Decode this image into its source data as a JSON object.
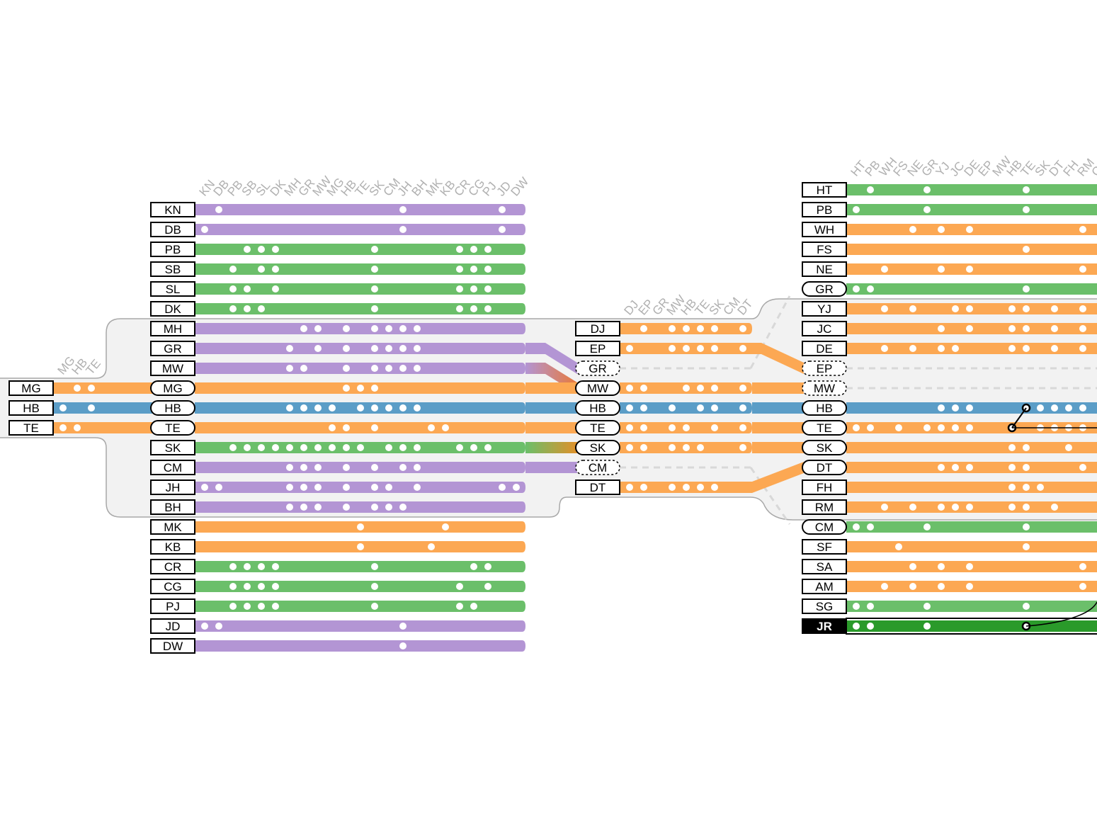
{
  "colors": {
    "purple": "#b395d4",
    "green": "#6bbf6a",
    "orange": "#fca853",
    "blue": "#5b9dc7",
    "dark_green": "#2a9a2a",
    "background_region": "#f2f2f2",
    "region_border": "#a8a8a8",
    "dashed_link": "#d8d8d8",
    "column_label": "#b0b0b0"
  },
  "chart_data": {
    "type": "diagram",
    "description_of_encoding": "Three groups of rows; each row is a labelled node with a colored track; white dots mark membership in a column.",
    "groups": [
      {
        "id": "left",
        "columns": [
          "MG",
          "HB",
          "TE"
        ],
        "rows": [
          {
            "label": "MG",
            "color": "orange",
            "shape": "box",
            "dots": [
              1,
              2
            ]
          },
          {
            "label": "HB",
            "color": "blue",
            "shape": "box",
            "dots": [
              0,
              2
            ]
          },
          {
            "label": "TE",
            "color": "orange",
            "shape": "box",
            "dots": [
              0,
              1
            ]
          }
        ]
      },
      {
        "id": "group-a",
        "columns": [
          "KN",
          "DB",
          "PB",
          "SB",
          "SL",
          "DK",
          "MH",
          "GR",
          "MW",
          "MG",
          "HB",
          "TE",
          "SK",
          "CM",
          "JH",
          "BH",
          "MK",
          "KB",
          "CR",
          "CG",
          "PJ",
          "JD",
          "DW"
        ],
        "rows": [
          {
            "label": "KN",
            "color": "purple",
            "shape": "box",
            "dots": [
              1,
              14,
              21
            ]
          },
          {
            "label": "DB",
            "color": "purple",
            "shape": "box",
            "dots": [
              0,
              14,
              21
            ]
          },
          {
            "label": "PB",
            "color": "green",
            "shape": "box",
            "dots": [
              3,
              4,
              5,
              12,
              18,
              19,
              20
            ]
          },
          {
            "label": "SB",
            "color": "green",
            "shape": "box",
            "dots": [
              2,
              4,
              5,
              12,
              18,
              19,
              20
            ]
          },
          {
            "label": "SL",
            "color": "green",
            "shape": "box",
            "dots": [
              2,
              3,
              5,
              12,
              18,
              19,
              20
            ]
          },
          {
            "label": "DK",
            "color": "green",
            "shape": "box",
            "dots": [
              2,
              3,
              4,
              12,
              18,
              19,
              20
            ]
          },
          {
            "label": "MH",
            "color": "purple",
            "shape": "box",
            "dots": [
              7,
              8,
              10,
              12,
              13,
              14,
              15
            ]
          },
          {
            "label": "GR",
            "color": "purple",
            "shape": "box",
            "dots": [
              6,
              8,
              10,
              12,
              13,
              14,
              15
            ]
          },
          {
            "label": "MW",
            "color": "purple",
            "shape": "box",
            "dots": [
              6,
              7,
              10,
              12,
              13,
              14,
              15
            ]
          },
          {
            "label": "MG",
            "color": "orange",
            "shape": "pill",
            "dots": [
              10,
              11,
              12
            ]
          },
          {
            "label": "HB",
            "color": "blue",
            "shape": "pill",
            "dots": [
              6,
              7,
              8,
              9,
              11,
              12,
              13,
              14,
              15
            ]
          },
          {
            "label": "TE",
            "color": "orange",
            "shape": "pill",
            "dots": [
              9,
              10,
              12,
              16,
              17
            ]
          },
          {
            "label": "SK",
            "color": "green",
            "shape": "box",
            "dots": [
              2,
              3,
              4,
              5,
              6,
              7,
              8,
              9,
              10,
              11,
              13,
              14,
              15,
              18,
              19,
              20
            ]
          },
          {
            "label": "CM",
            "color": "purple",
            "shape": "box",
            "dots": [
              6,
              7,
              8,
              10,
              12,
              14,
              15
            ]
          },
          {
            "label": "JH",
            "color": "purple",
            "shape": "box",
            "dots": [
              0,
              1,
              6,
              7,
              8,
              10,
              12,
              13,
              15,
              21,
              22
            ]
          },
          {
            "label": "BH",
            "color": "purple",
            "shape": "box",
            "dots": [
              6,
              7,
              8,
              10,
              12,
              13,
              14
            ]
          },
          {
            "label": "MK",
            "color": "orange",
            "shape": "box",
            "dots": [
              11,
              17
            ]
          },
          {
            "label": "KB",
            "color": "orange",
            "shape": "box",
            "dots": [
              11,
              16
            ]
          },
          {
            "label": "CR",
            "color": "green",
            "shape": "box",
            "dots": [
              2,
              3,
              4,
              5,
              12,
              19,
              20
            ]
          },
          {
            "label": "CG",
            "color": "green",
            "shape": "box",
            "dots": [
              2,
              3,
              4,
              5,
              12,
              18,
              20
            ]
          },
          {
            "label": "PJ",
            "color": "green",
            "shape": "box",
            "dots": [
              2,
              3,
              4,
              5,
              12,
              18,
              19
            ]
          },
          {
            "label": "JD",
            "color": "purple",
            "shape": "box",
            "dots": [
              0,
              1,
              14
            ]
          },
          {
            "label": "DW",
            "color": "purple",
            "shape": "box",
            "dots": [
              14
            ]
          }
        ]
      },
      {
        "id": "group-b",
        "columns": [
          "DJ",
          "EP",
          "GR",
          "MW",
          "HB",
          "TE",
          "SK",
          "CM",
          "DT"
        ],
        "rows": [
          {
            "label": "DJ",
            "color": "orange",
            "shape": "box",
            "dots": [
              1,
              3,
              4,
              5,
              6,
              8
            ]
          },
          {
            "label": "EP",
            "color": "orange",
            "shape": "box",
            "dots": [
              0,
              3,
              4,
              5,
              6,
              8
            ]
          },
          {
            "label": "GR",
            "color": "none",
            "shape": "dashed",
            "dots": []
          },
          {
            "label": "MW",
            "color": "orange",
            "shape": "pill",
            "dots": [
              0,
              1,
              4,
              5,
              6,
              8
            ]
          },
          {
            "label": "HB",
            "color": "blue",
            "shape": "pill",
            "dots": [
              0,
              1,
              3,
              5,
              6,
              8
            ]
          },
          {
            "label": "TE",
            "color": "orange",
            "shape": "pill",
            "dots": [
              0,
              1,
              3,
              4,
              6,
              8
            ]
          },
          {
            "label": "SK",
            "color": "orange",
            "shape": "pill",
            "dots": [
              0,
              1,
              3,
              4,
              5,
              8
            ]
          },
          {
            "label": "CM",
            "color": "none",
            "shape": "dashed",
            "dots": []
          },
          {
            "label": "DT",
            "color": "orange",
            "shape": "box",
            "dots": [
              0,
              1,
              3,
              4,
              5,
              6
            ]
          }
        ]
      },
      {
        "id": "group-c",
        "columns": [
          "HT",
          "PB",
          "WH",
          "FS",
          "NE",
          "GR",
          "YJ",
          "JC",
          "DE",
          "EP",
          "MW",
          "HB",
          "TE",
          "SK",
          "DT",
          "FH",
          "RM",
          "CM"
        ],
        "rows": [
          {
            "label": "HT",
            "color": "green",
            "shape": "box",
            "dots": [
              1,
              5,
              12
            ]
          },
          {
            "label": "PB",
            "color": "green",
            "shape": "box",
            "dots": [
              0,
              5,
              12
            ]
          },
          {
            "label": "WH",
            "color": "orange",
            "shape": "box",
            "dots": [
              4,
              6,
              8,
              16
            ]
          },
          {
            "label": "FS",
            "color": "orange",
            "shape": "box",
            "dots": [
              12
            ]
          },
          {
            "label": "NE",
            "color": "orange",
            "shape": "box",
            "dots": [
              2,
              6,
              8,
              16
            ]
          },
          {
            "label": "GR",
            "color": "green",
            "shape": "pill",
            "dots": [
              0,
              1,
              12
            ]
          },
          {
            "label": "YJ",
            "color": "orange",
            "shape": "box",
            "dots": [
              2,
              4,
              7,
              8,
              11,
              12,
              14,
              16
            ]
          },
          {
            "label": "JC",
            "color": "orange",
            "shape": "box",
            "dots": [
              6,
              8,
              11,
              12,
              14,
              16
            ]
          },
          {
            "label": "DE",
            "color": "orange",
            "shape": "box",
            "dots": [
              2,
              4,
              6,
              7,
              11,
              12,
              14,
              16
            ]
          },
          {
            "label": "EP",
            "color": "none",
            "shape": "dashed",
            "dots": []
          },
          {
            "label": "MW",
            "color": "none",
            "shape": "dashed",
            "dots": []
          },
          {
            "label": "HB",
            "color": "blue",
            "shape": "pill",
            "dots": [
              6,
              7,
              8,
              12,
              13,
              14,
              15,
              16
            ]
          },
          {
            "label": "TE",
            "color": "orange",
            "shape": "pill",
            "dots": [
              0,
              1,
              3,
              5,
              6,
              7,
              8,
              11,
              13,
              14,
              15,
              16
            ]
          },
          {
            "label": "SK",
            "color": "orange",
            "shape": "pill",
            "dots": [
              11,
              12,
              15
            ]
          },
          {
            "label": "DT",
            "color": "orange",
            "shape": "pill",
            "dots": [
              6,
              7,
              8,
              11,
              12,
              16
            ]
          },
          {
            "label": "FH",
            "color": "orange",
            "shape": "box",
            "dots": [
              11,
              12,
              13
            ]
          },
          {
            "label": "RM",
            "color": "orange",
            "shape": "box",
            "dots": [
              2,
              4,
              6,
              7,
              8,
              11,
              12,
              14
            ]
          },
          {
            "label": "CM",
            "color": "green",
            "shape": "pill",
            "dots": [
              0,
              1,
              5,
              12
            ]
          },
          {
            "label": "SF",
            "color": "orange",
            "shape": "box",
            "dots": [
              3,
              12
            ]
          },
          {
            "label": "SA",
            "color": "orange",
            "shape": "box",
            "dots": [
              4,
              6,
              8,
              16
            ]
          },
          {
            "label": "AM",
            "color": "orange",
            "shape": "box",
            "dots": [
              2,
              4,
              6,
              8,
              16
            ]
          },
          {
            "label": "SG",
            "color": "green",
            "shape": "box",
            "dots": [
              0,
              1,
              5,
              12
            ]
          },
          {
            "label": "JR",
            "color": "dark_green",
            "shape": "selected",
            "dots": [
              0,
              1,
              5,
              12
            ]
          }
        ]
      }
    ]
  }
}
